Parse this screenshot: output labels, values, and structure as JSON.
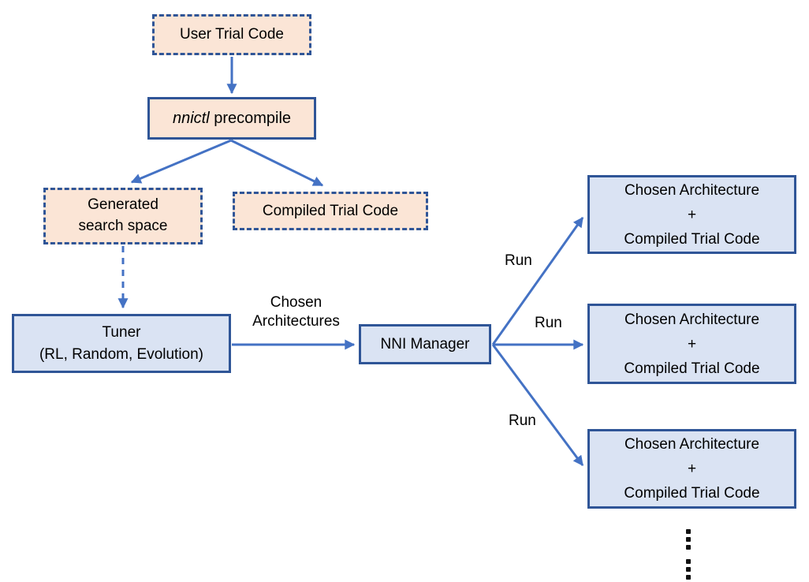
{
  "colors": {
    "background": "#ffffff",
    "peach_fill": "#fbe5d6",
    "blue_fill": "#dae3f3",
    "border_blue": "#2f5597",
    "arrow_blue": "#4472c4",
    "text": "#000000"
  },
  "diagram": {
    "nodes": {
      "user_trial_code": {
        "label": "User Trial Code"
      },
      "precompile": {
        "label_italic": "nnictl",
        "label_rest": " precompile"
      },
      "generated_search_space": {
        "line1": "Generated",
        "line2": "search space"
      },
      "compiled_trial_code": {
        "label": "Compiled Trial Code"
      },
      "tuner": {
        "line1": "Tuner",
        "line2": "(RL, Random, Evolution)"
      },
      "nni_manager": {
        "label": "NNI Manager"
      },
      "trial_boxes": [
        {
          "line1": "Chosen Architecture",
          "line2": "+",
          "line3": "Compiled Trial Code"
        },
        {
          "line1": "Chosen Architecture",
          "line2": "+",
          "line3": "Compiled Trial Code"
        },
        {
          "line1": "Chosen Architecture",
          "line2": "+",
          "line3": "Compiled Trial Code"
        }
      ]
    },
    "edge_labels": {
      "chosen_architectures": {
        "line1": "Chosen",
        "line2": "Architectures"
      },
      "run_labels": [
        "Run",
        "Run",
        "Run"
      ]
    },
    "icons": {
      "more_trials": "vertical-ellipsis"
    }
  }
}
